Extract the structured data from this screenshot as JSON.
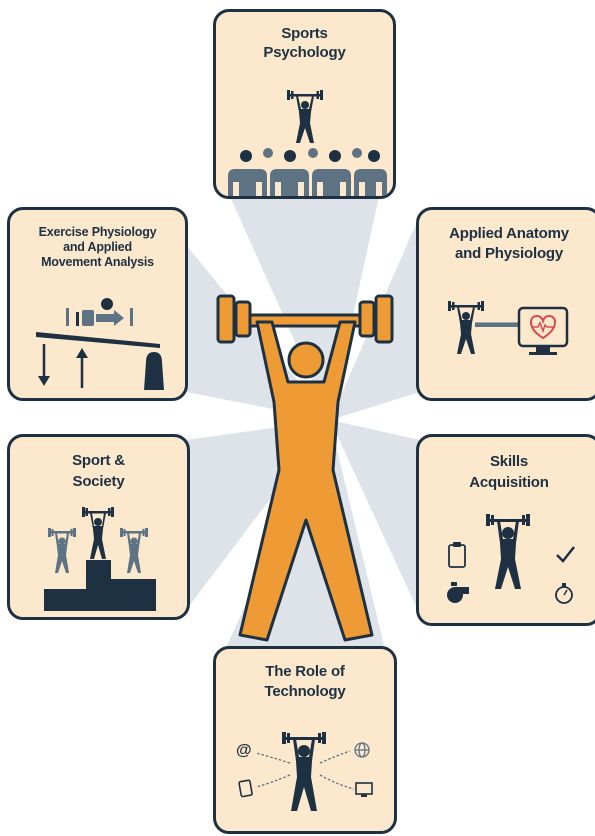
{
  "colors": {
    "box_fill": "#fbe8cd",
    "box_border": "#1e3142",
    "ray": "#dde3e8",
    "figure_orange": "#ee9a35",
    "figure_dark": "#1e3142",
    "figure_gray": "#5d7282",
    "monitor_red": "#d94a4a"
  },
  "center": {
    "icon": "orange-weightlifter-icon"
  },
  "boxes": {
    "sports_psychology": {
      "lines": [
        "Sports",
        "Psychology"
      ],
      "icons": [
        "weightlifter-icon",
        "audience-icon"
      ]
    },
    "applied_anatomy": {
      "lines": [
        "Applied Anatomy",
        "and Physiology"
      ],
      "icons": [
        "weightlifter-icon",
        "heart-monitor-icon"
      ]
    },
    "skills_acquisition": {
      "lines": [
        "Skills",
        "Acquisition"
      ],
      "icons": [
        "clipboard-icon",
        "checkmark-icon",
        "whistle-icon",
        "stopwatch-icon",
        "weightlifter-icon"
      ]
    },
    "role_of_technology": {
      "lines": [
        "The Role of",
        "Technology"
      ],
      "icons": [
        "email-icon",
        "globe-icon",
        "tablet-icon",
        "monitor-icon",
        "weightlifter-icon"
      ]
    },
    "sport_society": {
      "lines": [
        "Sport &",
        "Society"
      ],
      "icons": [
        "podium-icon",
        "weightlifter-icon"
      ]
    },
    "exercise_physiology": {
      "lines": [
        "Exercise Physiology",
        "and Applied",
        "Movement Analysis"
      ],
      "icons": [
        "balance-scale-icon",
        "weight-icon"
      ]
    }
  }
}
